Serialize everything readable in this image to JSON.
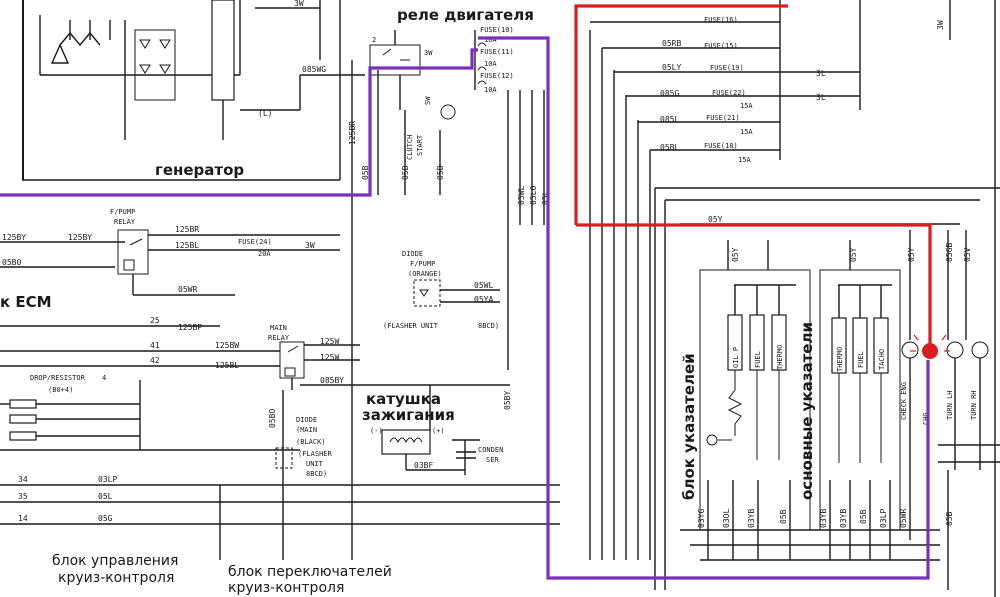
{
  "colors": {
    "highlight_purple": "#7b2fbf",
    "highlight_red": "#d91e1e",
    "ink": "#1a1a1a"
  },
  "ru_labels": {
    "engine_relay": "реле двигателя",
    "generator": "генератор",
    "ecm": "к ECM",
    "ignition_coil_1": "катушка",
    "ignition_coil_2": "зажигания",
    "cruise_control_unit_1": "блок управления",
    "cruise_control_unit_2": "круиз-контроля",
    "cruise_switch_unit_1": "блок переключателей",
    "cruise_switch_unit_2": "круиз-контроля",
    "indicator_block": "блок указателей",
    "main_gauges": "основные указатели"
  },
  "components": {
    "fpump_relay_1": "F/PUMP",
    "fpump_relay_2": "RELAY",
    "main_relay_1": "MAIN",
    "main_relay_2": "RELAY",
    "diode_fpump_1": "DIODE",
    "diode_fpump_2": "F/PUMP",
    "diode_fpump_3": "(ORANGE)",
    "flasher_unit_top": "(FLASHER UNIT",
    "flasher_unit_top_code": "8BCD)",
    "diode_main_1": "DIODE",
    "diode_main_2": "(MAIN",
    "diode_main_3": "(BLACK)",
    "diode_main_4": "(FLASHER",
    "diode_main_5": "UNIT",
    "diode_main_6": "8BCD)",
    "condenser_1": "CONDEN",
    "condenser_2": "SER",
    "clutch_start": "CLUTCH",
    "clutch_start_2": "START",
    "clutch_sw": "SW",
    "drop_resistor": "DROP/RESISTOR",
    "drop_resistor_2": "(B0+4)",
    "drop_resistor_num": "4",
    "coil_minus": "(-)",
    "coil_plus": "(+)"
  },
  "fuses": [
    {
      "label": "FUSE(10)",
      "rating": "10A"
    },
    {
      "label": "FUSE(11)",
      "rating": "10A"
    },
    {
      "label": "FUSE(12)",
      "rating": "10A"
    },
    {
      "label": "FUSE(24)",
      "rating": "20A"
    },
    {
      "label": "FUSE(16)",
      "rating": ""
    },
    {
      "label": "FUSE(15)",
      "rating": ""
    },
    {
      "label": "FUSE(19)",
      "rating": ""
    },
    {
      "label": "FUSE(22)",
      "rating": "15A"
    },
    {
      "label": "FUSE(21)",
      "rating": "15A"
    },
    {
      "label": "FUSE(18)",
      "rating": "15A"
    }
  ],
  "gauges": [
    "OIL P",
    "FUEL",
    "THERMO",
    "THERMO",
    "FUEL",
    "TACHO"
  ],
  "lamps": [
    "CHECK ENG",
    "CHG",
    "TURN LH",
    "TURN RH"
  ],
  "wire_codes": {
    "w05wg": "085WG",
    "w125br_v": "125BR",
    "w05b_v1": "05B",
    "w05b_v2": "05B",
    "w05b_v3": "05B",
    "wL": "(L)",
    "w3w_top": "3W",
    "w3w_f24": "3W",
    "w125by_1": "125BY",
    "w125by_2": "125BY",
    "w125br": "125BR",
    "w125bl": "125BL",
    "w05bo": "05B0",
    "w05wr": "05WR",
    "w125bp": "125BP",
    "w125bw": "125BW",
    "w125bl_2": "125BL",
    "w25": "25",
    "w41": "41",
    "w42": "42",
    "w125w_1": "125W",
    "w125w_2": "125W",
    "w05by": "05BY",
    "w085by": "085BY",
    "w05bo_v": "05BO",
    "w03bf": "03BF",
    "w05wl": "05WL",
    "w05ya": "05YA",
    "w05wl_v": "05WL",
    "w05lo": "05LO",
    "w05l": "05L",
    "w05rb": "05RB",
    "w05ly": "05LY",
    "w085g": "085G",
    "w085l": "085L",
    "w05bl": "05BL",
    "w3l_1": "3L",
    "w3l_2": "3L",
    "w3w_right": "3W",
    "w05y_top": "05Y",
    "w05y_1": "05Y",
    "w05y_2": "05Y",
    "w05y_3": "05Y",
    "w05gb": "05GB",
    "w05v": "05V",
    "w34": "34",
    "w03lp": "03LP",
    "w35": "35",
    "w05l_b": "05L",
    "w14": "14",
    "w05g": "05G",
    "b_03yg": "03YG",
    "b_03ol": "03OL",
    "b_03yb": "03YB",
    "b_05b_1": "05B",
    "b_03yb_2": "03YB",
    "b_03yb_3": "03YB",
    "b_05b_2": "05B",
    "b_03lp": "03LP",
    "b_05wr": "05WR",
    "b_05b_3": "05B"
  }
}
